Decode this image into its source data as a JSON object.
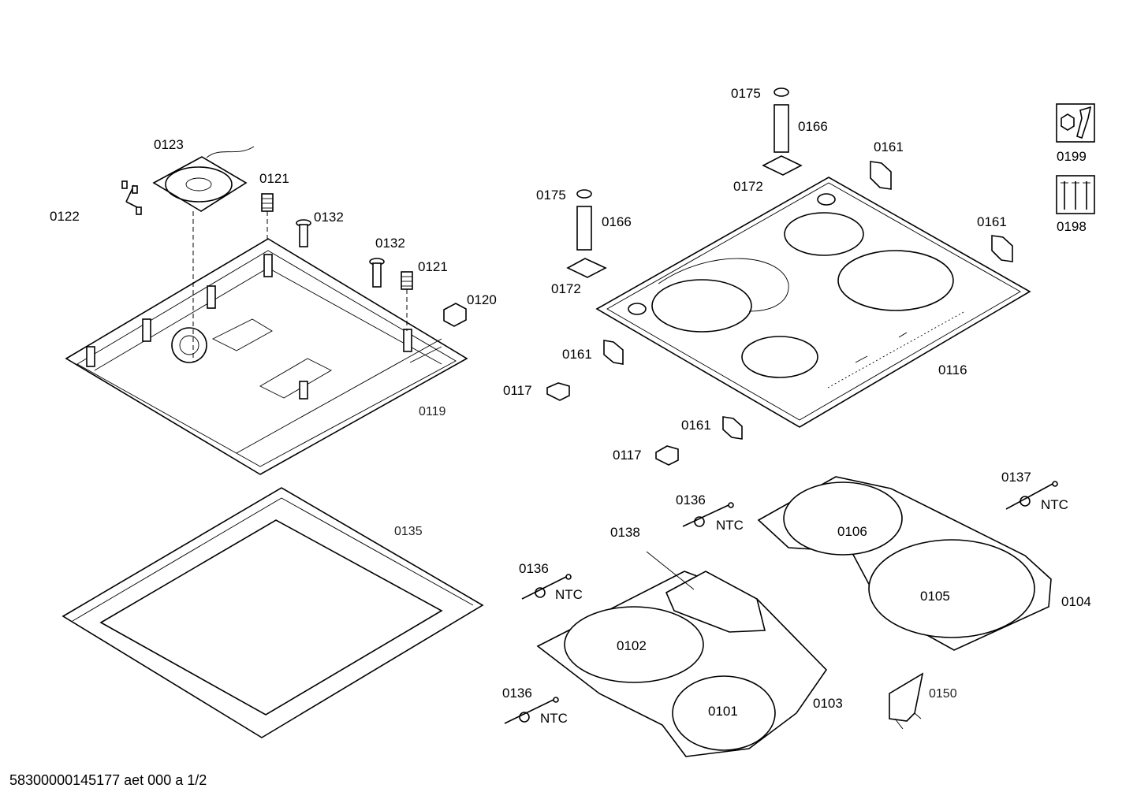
{
  "footer_code": "58300000145177 aet 000 a 1/2",
  "parts": {
    "p0101": "0101",
    "p0102": "0102",
    "p0103": "0103",
    "p0104": "0104",
    "p0105": "0105",
    "p0106": "0106",
    "p0116": "0116",
    "p0117": "0117",
    "p0119": "0119",
    "p0120": "0120",
    "p0121": "0121",
    "p0122": "0122",
    "p0123": "0123",
    "p0132": "0132",
    "p0135": "0135",
    "p0136": "0136",
    "p0137": "0137",
    "p0138": "0138",
    "p0150": "0150",
    "p0161": "0161",
    "p0166": "0166",
    "p0172": "0172",
    "p0175": "0175",
    "p0198": "0198",
    "p0199": "0199"
  },
  "ntc_label": "NTC",
  "icons": {
    "tool": "wrench-nut-icon",
    "screws": "screws-icon"
  }
}
